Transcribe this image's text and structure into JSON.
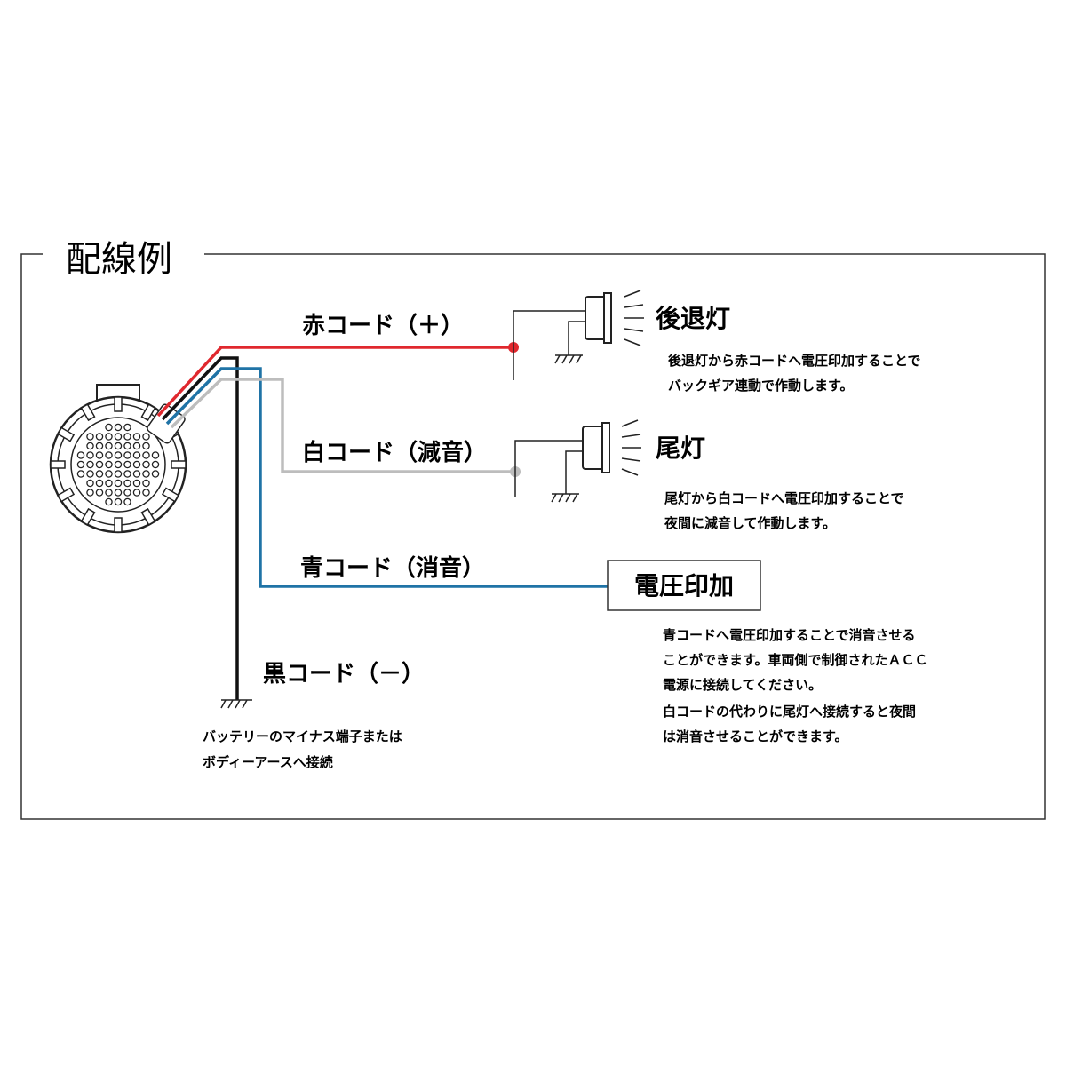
{
  "title": "配線例",
  "colors": {
    "red": "#E0282E",
    "white_cord": "#BDBDBD",
    "blue": "#1F73A6",
    "black": "#111111"
  },
  "cords": {
    "red": "赤コード（＋）",
    "white": "白コード（減音）",
    "blue": "青コード（消音）",
    "black": "黒コード（－）"
  },
  "devices": {
    "reverse_lamp": {
      "label": "後退灯",
      "notes": [
        "後退灯から赤コードへ電圧印加することで",
        "バックギア連動で作動します。"
      ]
    },
    "tail_lamp": {
      "label": "尾灯",
      "notes": [
        "尾灯から白コードへ電圧印加することで",
        "夜間に減音して作動します。"
      ]
    },
    "voltage_box": {
      "label": "電圧印加",
      "notes": [
        "青コードへ電圧印加することで消音させる",
        "ことができます。車両側で制御されたＡＣＣ",
        "電源に接続してください。",
        "白コードの代わりに尾灯へ接続すると夜間",
        "は消音させることができます。"
      ]
    }
  },
  "ground_notes": [
    "バッテリーのマイナス端子または",
    "ボディーアースへ接続"
  ],
  "icons": [
    "speaker-icon",
    "lamp-icon",
    "ground-icon"
  ]
}
